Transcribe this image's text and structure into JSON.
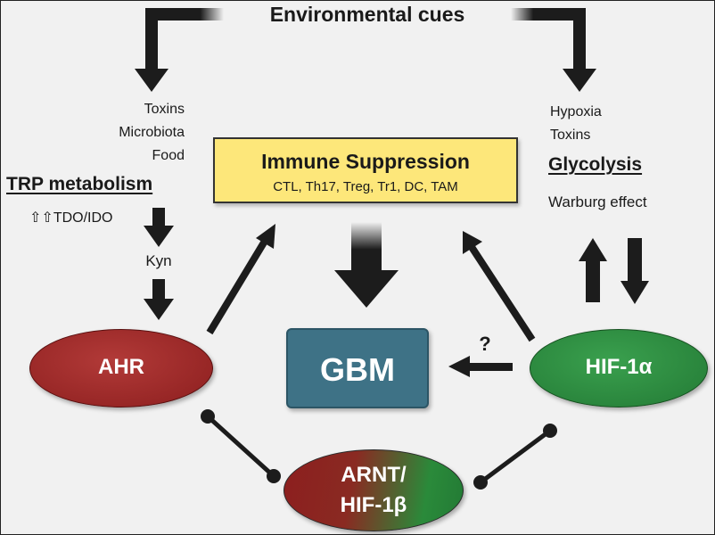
{
  "title": "Environmental cues",
  "left_inputs": [
    "Toxins",
    "Microbiota",
    "Food"
  ],
  "right_inputs": [
    "Hypoxia",
    "Toxins"
  ],
  "trp": {
    "heading": "TRP metabolism",
    "enzymes": "⇧⇧TDO/IDO",
    "product": "Kyn"
  },
  "glycolysis": {
    "heading": "Glycolysis",
    "effect": "Warburg effect"
  },
  "immune": {
    "title": "Immune Suppression",
    "cells": "CTL, Th17, Treg, Tr1, DC, TAM"
  },
  "gbm": "GBM",
  "ahr": "AHR",
  "hif1a": "HIF-1α",
  "arnt": {
    "line1": "ARNT/",
    "line2": "HIF-1β"
  },
  "question_mark": "?",
  "colors": {
    "background": "#f1f1f1",
    "immune_box": "#fde77a",
    "gbm_box": "#3e7286",
    "ahr": "#9e2a2a",
    "hif1a": "#2e8b42",
    "arrow": "#1c1c1c"
  }
}
